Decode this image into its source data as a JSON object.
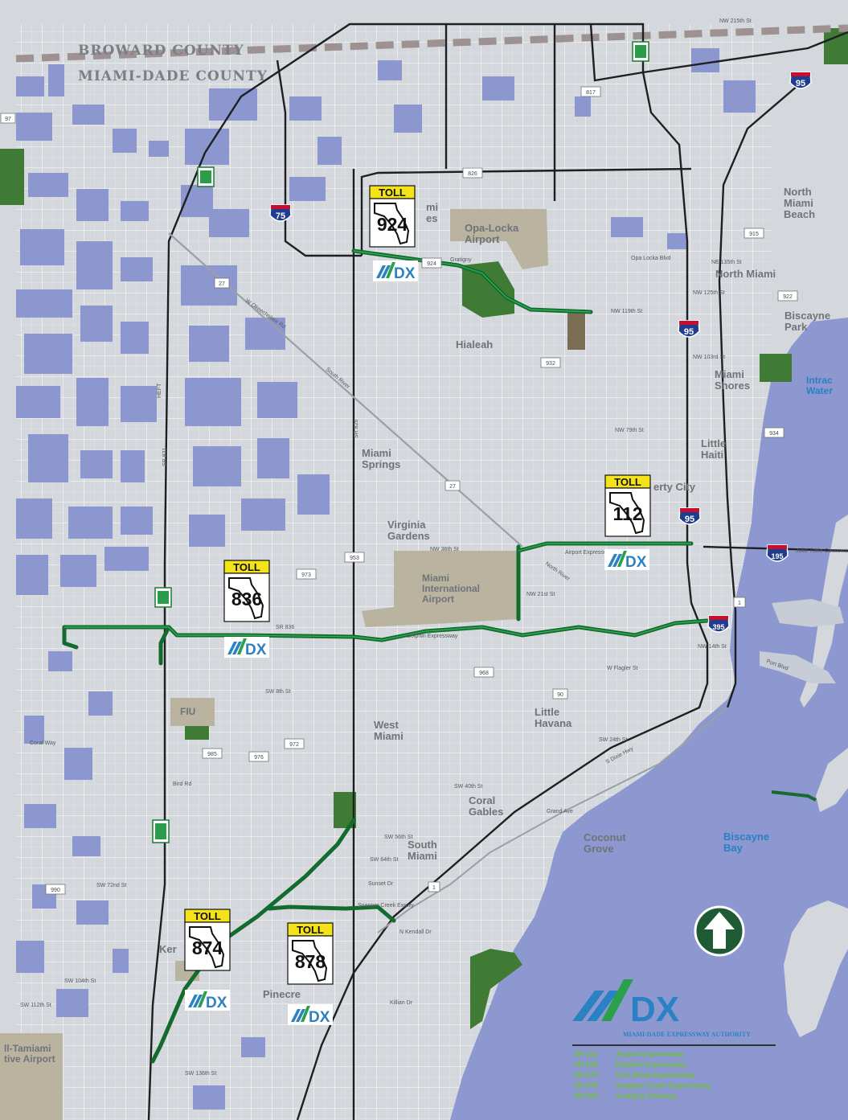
{
  "counties": {
    "north": "BROWARD COUNTY",
    "south": "MIAMI-DADE COUNTY"
  },
  "places": [
    {
      "id": "north-miami-beach",
      "lines": [
        "North",
        "Miami",
        "Beach"
      ]
    },
    {
      "id": "north-miami",
      "lines": [
        "North Miami"
      ]
    },
    {
      "id": "biscayne-park",
      "lines": [
        "Biscayne",
        "Park"
      ]
    },
    {
      "id": "miami-shores",
      "lines": [
        "Miami",
        "Shores"
      ]
    },
    {
      "id": "little-haiti",
      "lines": [
        "Little",
        "Haiti"
      ]
    },
    {
      "id": "liberty-city",
      "lines": [
        "erty City"
      ]
    },
    {
      "id": "hialeah",
      "lines": [
        "Hialeah"
      ]
    },
    {
      "id": "miami-springs",
      "lines": [
        "Miami",
        "Springs"
      ]
    },
    {
      "id": "virginia-gardens",
      "lines": [
        "Virginia",
        "Gardens"
      ]
    },
    {
      "id": "opa-locka-airport",
      "lines": [
        "Opa-Locka",
        "Airport"
      ]
    },
    {
      "id": "miami-lakes",
      "lines": [
        "mi",
        "es"
      ]
    },
    {
      "id": "miami-international-airport",
      "lines": [
        "Miami",
        "International",
        "Airport"
      ]
    },
    {
      "id": "west-miami",
      "lines": [
        "West",
        "Miami"
      ]
    },
    {
      "id": "little-havana",
      "lines": [
        "Little",
        "Havana"
      ]
    },
    {
      "id": "coral-gables",
      "lines": [
        "Coral",
        "Gables"
      ]
    },
    {
      "id": "south-miami",
      "lines": [
        "South",
        "Miami"
      ]
    },
    {
      "id": "coconut-grove",
      "lines": [
        "Coconut",
        "Grove"
      ]
    },
    {
      "id": "pinecrest",
      "lines": [
        "Pinecre"
      ]
    },
    {
      "id": "kendall",
      "lines": [
        "Ker"
      ]
    },
    {
      "id": "fiu",
      "lines": [
        "FIU"
      ]
    },
    {
      "id": "tamiami-airport",
      "lines": [
        "ll-Tamiami",
        "tive Airport"
      ]
    }
  ],
  "water_labels": [
    {
      "id": "biscayne-bay",
      "lines": [
        "Biscayne",
        "Bay"
      ]
    },
    {
      "id": "intracoastal",
      "lines": [
        "Intrac",
        "Water"
      ]
    }
  ],
  "small_labels": {
    "nw_215th": "NW 215th St",
    "nw_119th": "NW 119th St",
    "nw_103rd": "NW 103rd St",
    "nw_79th": "NW 79th St",
    "nw_36th": "NW 36th St",
    "nw_21st": "NW 21st St",
    "nw_14th": "NW 14th St",
    "w_flagler": "W Flagler St",
    "sw_8th": "SW 8th St",
    "sw_24th": "SW 24th St",
    "sw_40th": "SW 40th St",
    "sw_56th": "SW 56th St",
    "sw_64th": "SW 64th St",
    "sw_72nd": "SW 72nd St",
    "n_kendall": "N Kendall Dr",
    "sw_104th": "SW 104th St",
    "sw_112th": "SW 112th St",
    "sw_136th": "SW 136th St",
    "coral_way": "Coral Way",
    "bird_rd": "Bird Rd",
    "sunset_dr": "Sunset Dr",
    "killian_dr": "Killian Dr",
    "grand_ave": "Grand Ave",
    "hefty": "HEFT",
    "sr821": "SR 821",
    "sr826": "SR 826",
    "sr836": "SR 836",
    "airport_expwy": "Airport Expressway",
    "dolphin_expwy": "Dolphin Expressway",
    "gratigny": "Gratigny",
    "julia_tuttle": "Julia Tuttle Causeway",
    "port_blvd": "Port Blvd",
    "opa_locka_blvd": "Opa Locka Blvd",
    "ne_135th": "NE 135th St",
    "nw_125th": "NW 125th St",
    "snapper_creek": "Snapper Creek Expwy",
    "w_okeechobee": "W Okeechobee Rd",
    "south_river": "South River",
    "n_river": "North River",
    "s_dixie": "S Dixie Hwy"
  },
  "interstate_shields": [
    {
      "id": "i95-north",
      "number": "95"
    },
    {
      "id": "i75",
      "number": "75"
    },
    {
      "id": "i95-mid",
      "number": "95"
    },
    {
      "id": "i95-south",
      "number": "95"
    },
    {
      "id": "i195",
      "number": "195"
    },
    {
      "id": "i395",
      "number": "395"
    }
  ],
  "route_markers": [
    {
      "id": "r817",
      "number": "817"
    },
    {
      "id": "r826",
      "number": "826"
    },
    {
      "id": "r27a",
      "number": "27"
    },
    {
      "id": "r27b",
      "number": "27"
    },
    {
      "id": "r915",
      "number": "915"
    },
    {
      "id": "r922",
      "number": "922"
    },
    {
      "id": "r932",
      "number": "932"
    },
    {
      "id": "r934",
      "number": "934"
    },
    {
      "id": "r924",
      "number": "924"
    },
    {
      "id": "r953",
      "number": "953"
    },
    {
      "id": "r973",
      "number": "973"
    },
    {
      "id": "r968",
      "number": "968"
    },
    {
      "id": "r90",
      "number": "90"
    },
    {
      "id": "r972",
      "number": "972"
    },
    {
      "id": "r976",
      "number": "976"
    },
    {
      "id": "r985",
      "number": "985"
    },
    {
      "id": "r990",
      "number": "990"
    },
    {
      "id": "r1a",
      "number": "1"
    },
    {
      "id": "r1b",
      "number": "1"
    },
    {
      "id": "r997",
      "number": "97"
    }
  ],
  "toll_shields": [
    {
      "id": "toll-924",
      "toll": "TOLL",
      "number": "924"
    },
    {
      "id": "toll-112",
      "toll": "TOLL",
      "number": "112"
    },
    {
      "id": "toll-836",
      "toll": "TOLL",
      "number": "836"
    },
    {
      "id": "toll-874",
      "toll": "TOLL",
      "number": "874"
    },
    {
      "id": "toll-878",
      "toll": "TOLL",
      "number": "878"
    }
  ],
  "mdx_badge": "DX",
  "legend": {
    "logo_text": "DX",
    "authority": "MIAMI-DADE EXPRESSWAY AUTHORITY",
    "rows": [
      {
        "route": "SR 112",
        "name": "Airport Expressway"
      },
      {
        "route": "SR 836",
        "name": "Dolphin Expressway"
      },
      {
        "route": "SR 874",
        "name": "Don Shula Expressway"
      },
      {
        "route": "SR 878",
        "name": "Snapper Creek Expressway"
      },
      {
        "route": "SR 924",
        "name": "Gratigny Parkway"
      }
    ]
  },
  "colors": {
    "land": "#d4d8dd",
    "water": "#8c98cf",
    "blocks": "#8d97cf",
    "park": "#3f7b34",
    "airport": "#b9b39f",
    "expressway": "#136b2e",
    "highway": "#1e1f21",
    "county_line": "#9e9191"
  }
}
